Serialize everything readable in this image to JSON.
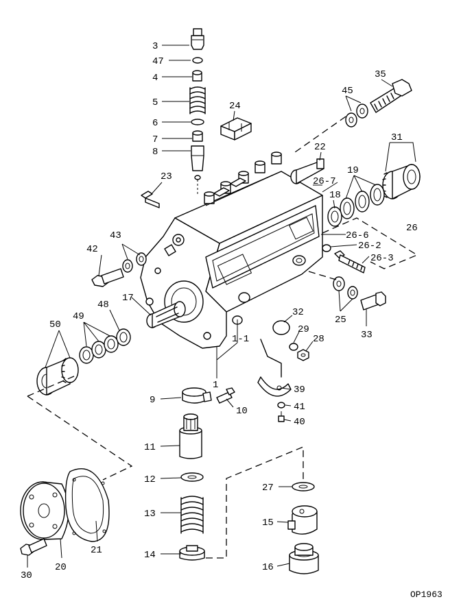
{
  "labels": {
    "p3": "3",
    "p47": "47",
    "p4": "4",
    "p5": "5",
    "p6": "6",
    "p7": "7",
    "p8": "8",
    "p24": "24",
    "p45": "45",
    "p35": "35",
    "p22": "22",
    "p31": "31",
    "p23": "23",
    "p19": "19",
    "p26_7": "26-7",
    "p18": "18",
    "p26": "26",
    "p26_6": "26-6",
    "p26_2": "26-2",
    "p26_3": "26-3",
    "p43": "43",
    "p42": "42",
    "p48": "48",
    "p17": "17",
    "p49": "49",
    "p50": "50",
    "p32": "32",
    "p25": "25",
    "p33": "33",
    "p1_1": "1-1",
    "p29": "29",
    "p28": "28",
    "p1": "1",
    "p39": "39",
    "p9": "9",
    "p10": "10",
    "p41": "41",
    "p40": "40",
    "p11": "11",
    "p12": "12",
    "p27": "27",
    "p13": "13",
    "p15": "15",
    "p14": "14",
    "p16": "16",
    "p30": "30",
    "p20": "20",
    "p21": "21"
  },
  "drawing_code": "OP1963"
}
